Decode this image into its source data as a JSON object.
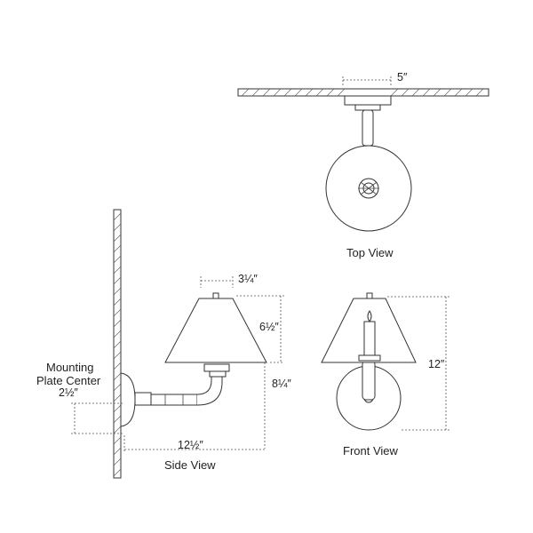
{
  "views": {
    "top": {
      "label": "Top View",
      "dim_depth": "5″"
    },
    "side": {
      "label": "Side View",
      "dim_shade_top": "3¼″",
      "dim_shade_height": "6½″",
      "dim_lower": "8¼″",
      "dim_projection": "12½″",
      "mounting_line1": "Mounting",
      "mounting_line2": "Plate Center",
      "mounting_dim": "2½″"
    },
    "front": {
      "label": "Front View",
      "dim_height": "12″"
    }
  },
  "colors": {
    "line": "#333333",
    "background": "#ffffff"
  }
}
